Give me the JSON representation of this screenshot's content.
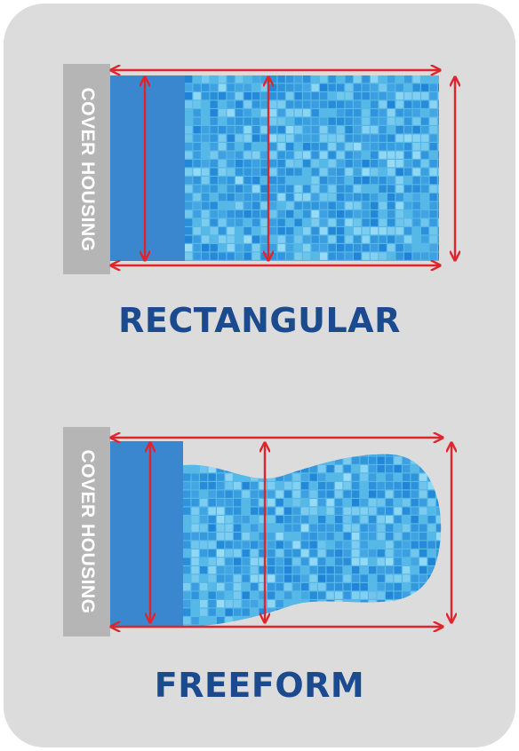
{
  "diagrams": [
    {
      "housing_label": "COVER HOUSING",
      "shape_label": "RECTANGULAR"
    },
    {
      "housing_label": "COVER HOUSING",
      "shape_label": "FREEFORM"
    }
  ],
  "colors": {
    "card_background": "#dcdcdc",
    "housing": "#b5b5b5",
    "cover_strip": "#3a86cf",
    "water_base": "#56b8e6",
    "tile_dark": "#1f82d6",
    "tile_light": "#9adcf6",
    "measurement_arrow": "#e0242c",
    "title": "#1b4a8e"
  }
}
